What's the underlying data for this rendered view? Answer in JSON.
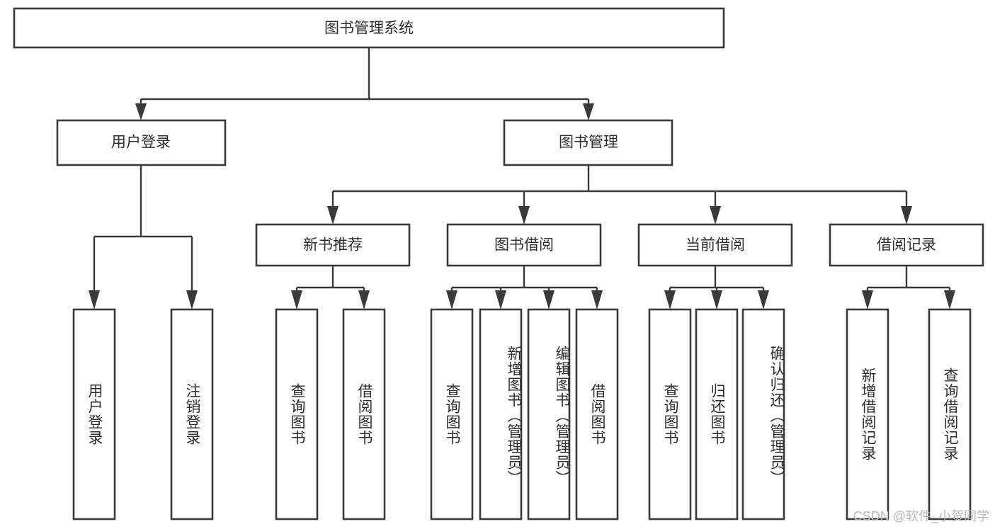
{
  "diagram": {
    "title": "图书管理系统",
    "type": "tree",
    "watermark": "CSDN @软件_小贺同学",
    "colors": {
      "box_stroke": "#3a3a3a",
      "box_fill": "#ffffff",
      "text": "#2f2f2f",
      "edge": "#3a3a3a",
      "watermark": "#b9b9b9",
      "background": "#ffffff"
    },
    "root": {
      "label": "图书管理系统"
    },
    "level2": [
      {
        "label": "用户登录"
      },
      {
        "label": "图书管理"
      }
    ],
    "level3": [
      {
        "label": "新书推荐"
      },
      {
        "label": "图书借阅"
      },
      {
        "label": "当前借阅"
      },
      {
        "label": "借阅记录"
      }
    ],
    "leaves": {
      "user_login": [
        {
          "label": "用户登录"
        },
        {
          "label": "注销登录"
        }
      ],
      "new_book_recommend": [
        {
          "label": "查询图书"
        },
        {
          "label": "借阅图书"
        }
      ],
      "book_borrow": [
        {
          "label": "查询图书"
        },
        {
          "label": "新增图书（管理员）"
        },
        {
          "label": "编辑图书（管理员）"
        },
        {
          "label": "借阅图书"
        }
      ],
      "current_borrow": [
        {
          "label": "查询图书"
        },
        {
          "label": "归还图书"
        },
        {
          "label": "确认归还（管理员）"
        }
      ],
      "borrow_record": [
        {
          "label": "新增借阅记录"
        },
        {
          "label": "查询借阅记录"
        }
      ]
    }
  }
}
